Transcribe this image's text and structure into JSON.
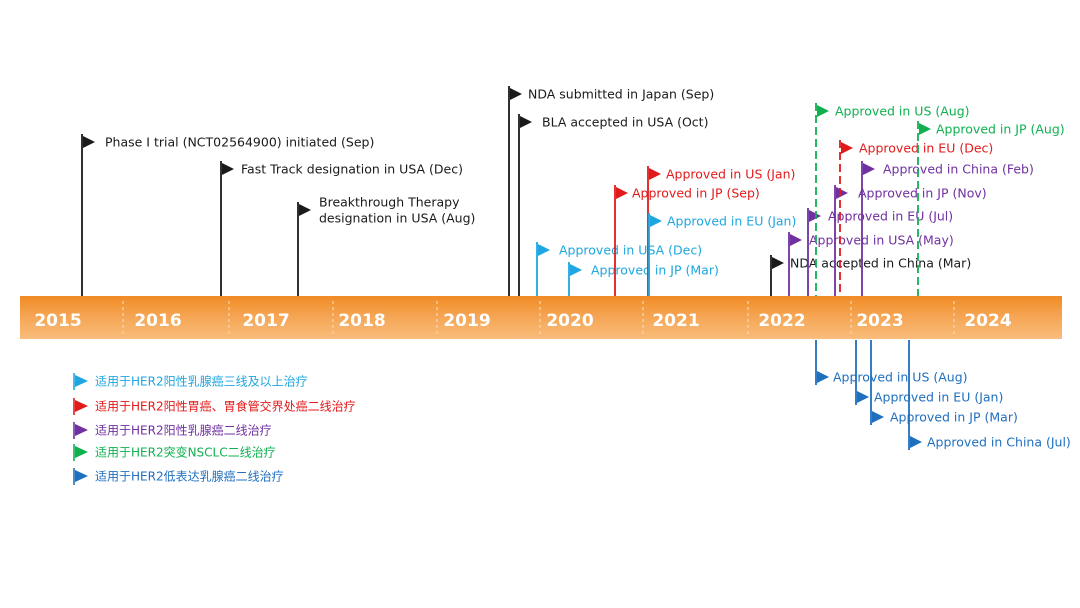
{
  "colors": {
    "band_dark": "#f08a24",
    "band_mid": "#f5a452",
    "band_light": "#f9bd7c",
    "black": "#1a1a1a",
    "cyan": "#1ea6e0",
    "red": "#e21a1a",
    "purple": "#7030a0",
    "green": "#10b050",
    "blue": "#1f6fbf"
  },
  "years": [
    "2015",
    "2016",
    "2017",
    "2018",
    "2019",
    "2020",
    "2021",
    "2022",
    "2023",
    "2024"
  ],
  "milestones": [
    {
      "text": "Phase I trial (NCT02564900) initiated (Sep)",
      "color": "black"
    },
    {
      "text": "Fast Track designation in USA (Dec)",
      "color": "black"
    },
    {
      "text": "Breakthrough Therapy",
      "text2": "designation in USA (Aug)",
      "color": "black"
    },
    {
      "text": "NDA submitted in Japan (Sep)",
      "color": "black"
    },
    {
      "text": "BLA accepted in USA (Oct)",
      "color": "black"
    },
    {
      "text": "Approved in USA (Dec)",
      "color": "cyan"
    },
    {
      "text": "Approved in JP (Mar)",
      "color": "cyan"
    },
    {
      "text": "Approved in JP (Sep)",
      "color": "red"
    },
    {
      "text": "Approved in US (Jan)",
      "color": "red"
    },
    {
      "text": "Approved in EU (Jan)",
      "color": "cyan"
    },
    {
      "text": "NDA accepted in China (Mar)",
      "color": "black"
    },
    {
      "text": "Approved in USA (May)",
      "color": "purple"
    },
    {
      "text": "Approved in EU (Jul)",
      "color": "purple"
    },
    {
      "text": "Approved in US (Aug)",
      "color": "green"
    },
    {
      "text": "Approved in JP (Nov)",
      "color": "purple"
    },
    {
      "text": "Approved in EU (Dec)",
      "color": "red"
    },
    {
      "text": "Approved in China (Feb)",
      "color": "purple"
    },
    {
      "text": "Approved in JP (Aug)",
      "color": "green"
    },
    {
      "text": "Approved in US (Aug)",
      "color": "blue"
    },
    {
      "text": "Approved in EU (Jan)",
      "color": "blue"
    },
    {
      "text": "Approved in JP (Mar)",
      "color": "blue"
    },
    {
      "text": "Approved in China (Jul)",
      "color": "blue"
    }
  ],
  "legend": [
    {
      "text": "适用于HER2阳性乳腺癌三线及以上治疗",
      "color": "cyan"
    },
    {
      "text": "适用于HER2阳性胃癌、胃食管交界处癌二线治疗",
      "color": "red"
    },
    {
      "text": "适用于HER2阳性乳腺癌二线治疗",
      "color": "purple"
    },
    {
      "text": "适用于HER2突变NSCLC二线治疗",
      "color": "green"
    },
    {
      "text": "适用于HER2低表达乳腺癌二线治疗",
      "color": "blue"
    }
  ]
}
